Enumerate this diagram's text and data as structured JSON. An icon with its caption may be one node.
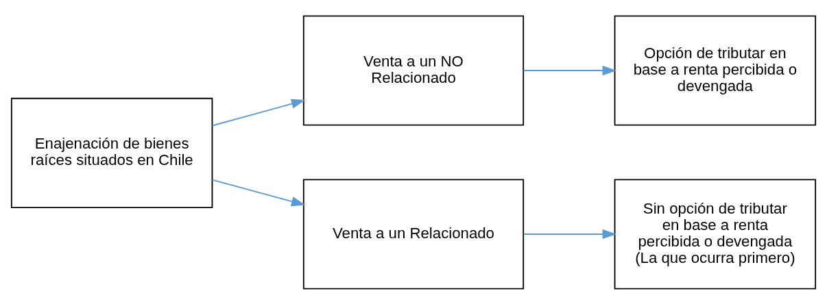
{
  "diagram": {
    "nodes": [
      {
        "text": [
          "Enajenación de bienes raíces situados en Chile"
        ]
      },
      {
        "text": [
          "Venta a un NO Relacionado"
        ]
      },
      {
        "text": [
          "Venta a un Relacionado"
        ]
      },
      {
        "text": [
          "Opción de tributar en base a renta percibida o devengada"
        ]
      },
      {
        "text": [
          "Sin opción de tributar en base a renta percibida o devengada (La que ocurra primero)"
        ]
      }
    ],
    "edges": [
      {
        "from": 0,
        "to": 1,
        "arrow": "to"
      },
      {
        "from": 0,
        "to": 2,
        "arrow": "to"
      },
      {
        "from": 1,
        "to": 3,
        "arrow": "to"
      },
      {
        "from": 2,
        "to": 4,
        "arrow": "to"
      }
    ]
  }
}
